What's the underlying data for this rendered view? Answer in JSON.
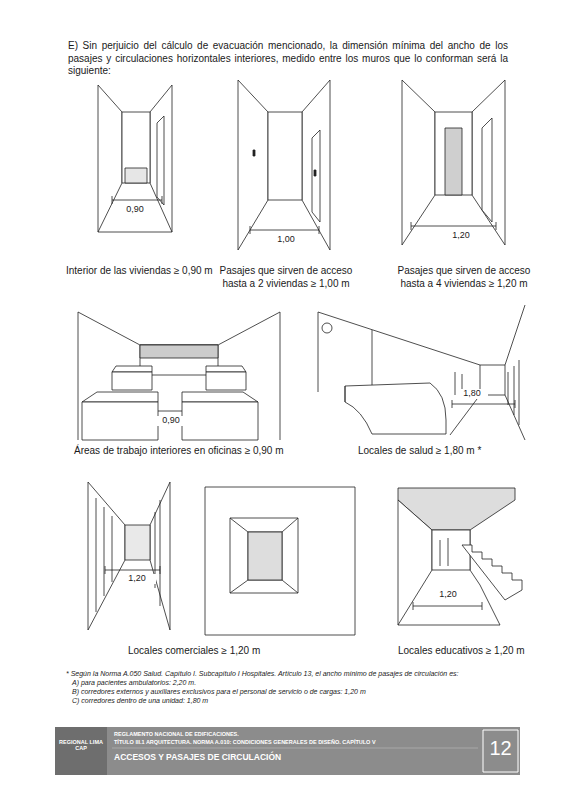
{
  "diagram": {
    "title": "E) Sin perjuicio del cálculo de evacuación mencionado, la dimensión mínima del ancho de los pasajes y circulaciones horizontales interiores, medido entre los muros que lo conforman será la siguiente:",
    "labels": [
      "0,90",
      "1,00",
      "1,20",
      "Interior de las viviendas ≥ 0,90 m",
      "Pasajes que sirven de acceso hasta a 2 viviendas ≥ 1,00 m",
      "Pasajes que sirven de acceso hasta a 4 viviendas ≥ 1,20 m",
      "0,90",
      "1,80",
      "Áreas de trabajo interiores en oficinas ≥ 0,90 m",
      "Locales de salud ≥ 1,80 m *",
      "1,20",
      "1,20",
      "Locales comerciales ≥ 1,20 m",
      "Locales educativos ≥ 1,20 m",
      "* Según la Norma A.050 Salud. Capítulo I. Subcapítulo I Hospitales. Artículo 13, el ancho mínimo de pasajes de circulación es:",
      "A) para pacientes ambulatorios: 2,20 m.",
      "B) corredores externos y auxiliares exclusivos para el personal de servicio o de cargas: 1,20 m",
      "C) corredores dentro de una unidad: 1,80 m",
      "REGIONAL LIMA CAP",
      "REGLAMENTO NACIONAL DE EDIFICACIONES.",
      "TÍTULO III.1 ARQUITECTURA. NORMA A.010: CONDICIONES GENERALES DE DISEÑO. CAPÍTULO V",
      "ACCESOS Y PASAJES DE CIRCULACIÓN",
      "12"
    ]
  }
}
